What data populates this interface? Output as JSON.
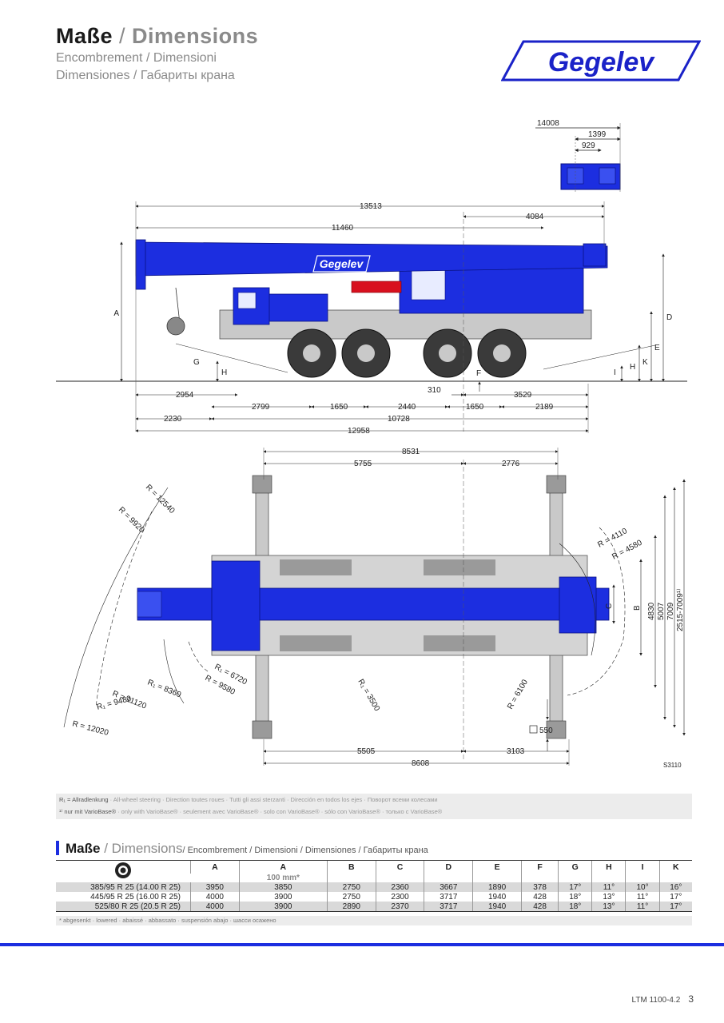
{
  "header": {
    "title_de": "Maße",
    "title_sep": " / ",
    "title_en": "Dimensions",
    "line2": "Encombrement / Dimensioni",
    "line3": "Dimensiones / Габариты крана",
    "logo_text": "Gegelev"
  },
  "colors": {
    "crane_blue": "#1c2ee0",
    "logo_blue": "#1a22c8",
    "counterweight_red": "#d8101e"
  },
  "side_view": {
    "counterweight_dims": [
      "14008",
      "1399",
      "929"
    ],
    "top_dims": [
      "13513",
      "4084",
      "11460"
    ],
    "height_labels": [
      "A",
      "D",
      "E",
      "G",
      "H",
      "F",
      "I",
      "H",
      "K"
    ],
    "bottom_row1": [
      "2954",
      "310",
      "3529"
    ],
    "bottom_row2": [
      "2799",
      "1650",
      "2440",
      "1650",
      "2189"
    ],
    "bottom_row3": [
      "2230",
      "10728"
    ],
    "bottom_row4": [
      "12958"
    ]
  },
  "top_view": {
    "top_dims": [
      "8531",
      "5755",
      "2776"
    ],
    "radii": [
      "R = 12540",
      "R = 9920",
      "R = 4110",
      "R = 4580",
      "R₁ = 6720",
      "R = 9580",
      "R₁ = 8360",
      "R = 11120",
      "R₁ = 9480",
      "R = 12020",
      "R₁ = 3500",
      "R = 6100"
    ],
    "side_labels": [
      "C",
      "B",
      "4830",
      "5007",
      "7009",
      "2515-7009¹⁾"
    ],
    "bottom_dims": [
      "5505",
      "3103",
      "8608"
    ],
    "box_label": "550",
    "drawing_code": "S3110"
  },
  "notes": {
    "line1_main": "R₁ = Allradlenkung",
    "line1_rest": " · All-wheel steering · Direction toutes roues · Tutti gli assi sterzanti · Dirección en todos los ejes · Поворот всеми колесами",
    "line2_main": "¹⁾ nur mit VarioBase®",
    "line2_rest": " · only with VarioBase® · seulement avec VarioBase® · solo con VarioBase® · sólo con VarioBase® · только с VarioBase®"
  },
  "table": {
    "title_de": "Maße",
    "title_sep": " / ",
    "title_en": "Dimensions",
    "title_rest": "/ Encombrement / Dimensioni / Dimensiones / Габариты крана",
    "headers": [
      "A",
      "A",
      "B",
      "C",
      "D",
      "E",
      "F",
      "G",
      "H",
      "I",
      "K"
    ],
    "subheader": "100 mm*",
    "rows": [
      [
        "385/95 R 25 (14.00 R 25)",
        "3950",
        "3850",
        "2750",
        "2360",
        "3667",
        "1890",
        "378",
        "17°",
        "11°",
        "10°",
        "16°"
      ],
      [
        "445/95 R 25 (16.00 R 25)",
        "4000",
        "3900",
        "2750",
        "2300",
        "3717",
        "1940",
        "428",
        "18°",
        "13°",
        "11°",
        "17°"
      ],
      [
        "525/80 R 25 (20.5   R 25)",
        "4000",
        "3900",
        "2890",
        "2370",
        "3717",
        "1940",
        "428",
        "18°",
        "13°",
        "11°",
        "17°"
      ]
    ],
    "footnote": "* abgesenkt · lowered · abaissé · abbassato · suspensión abajo · шасси осажено"
  },
  "footer": {
    "model": "LTM 1100-4.2",
    "page": "3"
  }
}
